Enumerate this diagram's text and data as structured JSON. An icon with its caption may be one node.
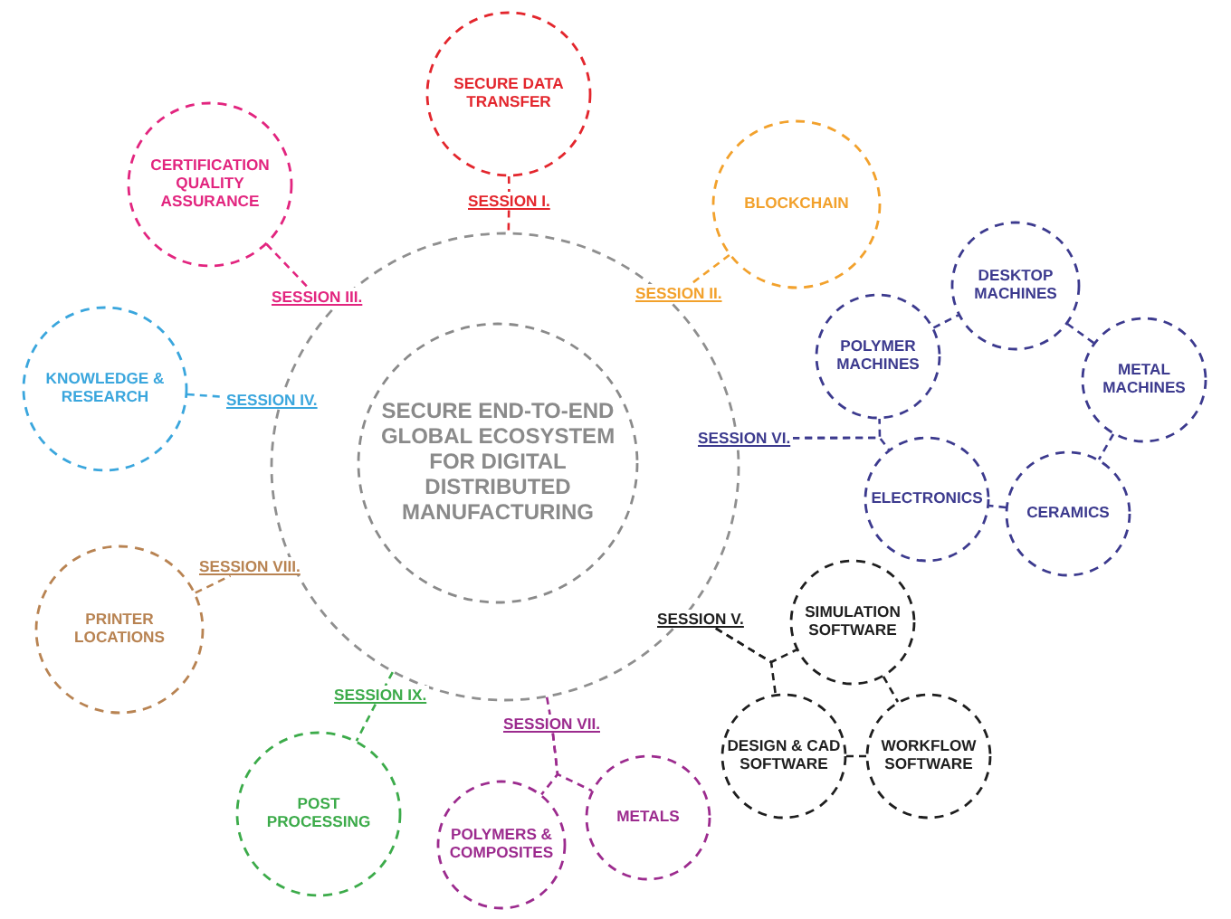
{
  "diagram": {
    "nodes": [
      {
        "text": [],
        "shape": "circle"
      },
      {
        "text": [
          "SECURE END-TO-END GLOBAL ECOSYSTEM FOR DIGITAL DISTRIBUTED MANUFACTURING"
        ],
        "in": 0
      },
      {
        "text": [
          "SECURE DATA TRANSFER"
        ]
      },
      {
        "text": [
          "SESSION I."
        ]
      },
      {
        "text": [
          "CERTIFICATION QUALITY ASSURANCE"
        ]
      },
      {
        "text": [
          "BLOCKCHAIN"
        ]
      },
      {
        "text": [
          "SESSION III."
        ]
      },
      {
        "text": [
          "SESSION II."
        ]
      },
      {
        "text": [
          "DESKTOP MACHINES"
        ]
      },
      {
        "text": [
          "POLYMER MACHINES"
        ]
      },
      {
        "text": [
          "METAL MACHINES"
        ]
      },
      {
        "text": [
          "KNOWLEDGE & RESEARCH"
        ]
      },
      {
        "text": [
          "SESSION IV."
        ]
      },
      {
        "text": [
          "SESSION VI."
        ]
      },
      {
        "text": [
          "ELECTRONICS"
        ]
      },
      {
        "text": [
          "CERAMICS"
        ]
      },
      {
        "text": [
          "SESSION VIII."
        ]
      },
      {
        "text": [
          "PRINTER LOCATIONS"
        ]
      },
      {
        "text": [
          "SESSION V."
        ]
      },
      {
        "text": [
          "SIMULATION SOFTWARE"
        ]
      },
      {
        "text": [
          "SESSION IX."
        ]
      },
      {
        "text": [
          "SESSION VII."
        ]
      },
      {
        "text": [
          "DESIGN & CAD SOFTWARE"
        ]
      },
      {
        "text": [
          "WORKFLOW SOFTWARE"
        ]
      },
      {
        "text": [
          "POST PROCESSING"
        ]
      },
      {
        "text": [
          "METALS"
        ]
      },
      {
        "text": [
          "POLYMERS & COMPOSITES"
        ]
      }
    ],
    "edges": [
      {
        "from": 2,
        "to": 3,
        "arrow": "none",
        "style": "dashed",
        "color": "#e3262d"
      },
      {
        "from": 3,
        "to": 0,
        "arrow": "none",
        "style": "dashed",
        "color": "#e3262d"
      },
      {
        "from": 4,
        "to": 6,
        "arrow": "none",
        "style": "dashed",
        "color": "#e2257f"
      },
      {
        "from": 5,
        "to": 7,
        "arrow": "none",
        "style": "dashed",
        "color": "#f2a12c"
      },
      {
        "from": 11,
        "to": 12,
        "arrow": "none",
        "style": "dashed",
        "color": "#3aa6dd"
      },
      {
        "from": 13,
        "to": 9,
        "arrow": "none",
        "style": "dashed"
      },
      {
        "from": 13,
        "to": 14,
        "arrow": "none",
        "style": "dashed"
      },
      {
        "from": 9,
        "to": 8,
        "arrow": "none",
        "style": "dashed"
      },
      {
        "from": 8,
        "to": 10,
        "arrow": "none",
        "style": "dashed"
      },
      {
        "from": 10,
        "to": 15,
        "arrow": "none",
        "style": "dashed"
      },
      {
        "from": 15,
        "to": 14,
        "arrow": "none",
        "style": "dashed"
      },
      {
        "from": 17,
        "to": 16,
        "arrow": "none",
        "style": "dashed",
        "color": "#b88352"
      },
      {
        "from": 18,
        "to": 19,
        "arrow": "none",
        "style": "dashed",
        "color": "#1e1e1e"
      },
      {
        "from": 18,
        "to": 22,
        "arrow": "none",
        "style": "dashed",
        "color": "#1e1e1e"
      },
      {
        "from": 19,
        "to": 23,
        "arrow": "none",
        "style": "dashed",
        "color": "#1e1e1e"
      },
      {
        "from": 22,
        "to": 23,
        "arrow": "none",
        "style": "dashed",
        "color": "#1e1e1e"
      },
      {
        "from": 0,
        "to": 20,
        "arrow": "none",
        "style": "dashed",
        "color": "#3cab4a"
      },
      {
        "from": 20,
        "to": 24,
        "arrow": "none",
        "style": "dashed",
        "color": "#3cab4a"
      },
      {
        "from": 0,
        "to": 21,
        "arrow": "none",
        "style": "dashed",
        "color": "#9c2b8e"
      },
      {
        "from": 21,
        "to": 25,
        "arrow": "none",
        "style": "dashed",
        "color": "#9c2b8e"
      },
      {
        "from": 21,
        "to": 26,
        "arrow": "none",
        "style": "dashed",
        "color": "#9c2b8e"
      }
    ]
  }
}
